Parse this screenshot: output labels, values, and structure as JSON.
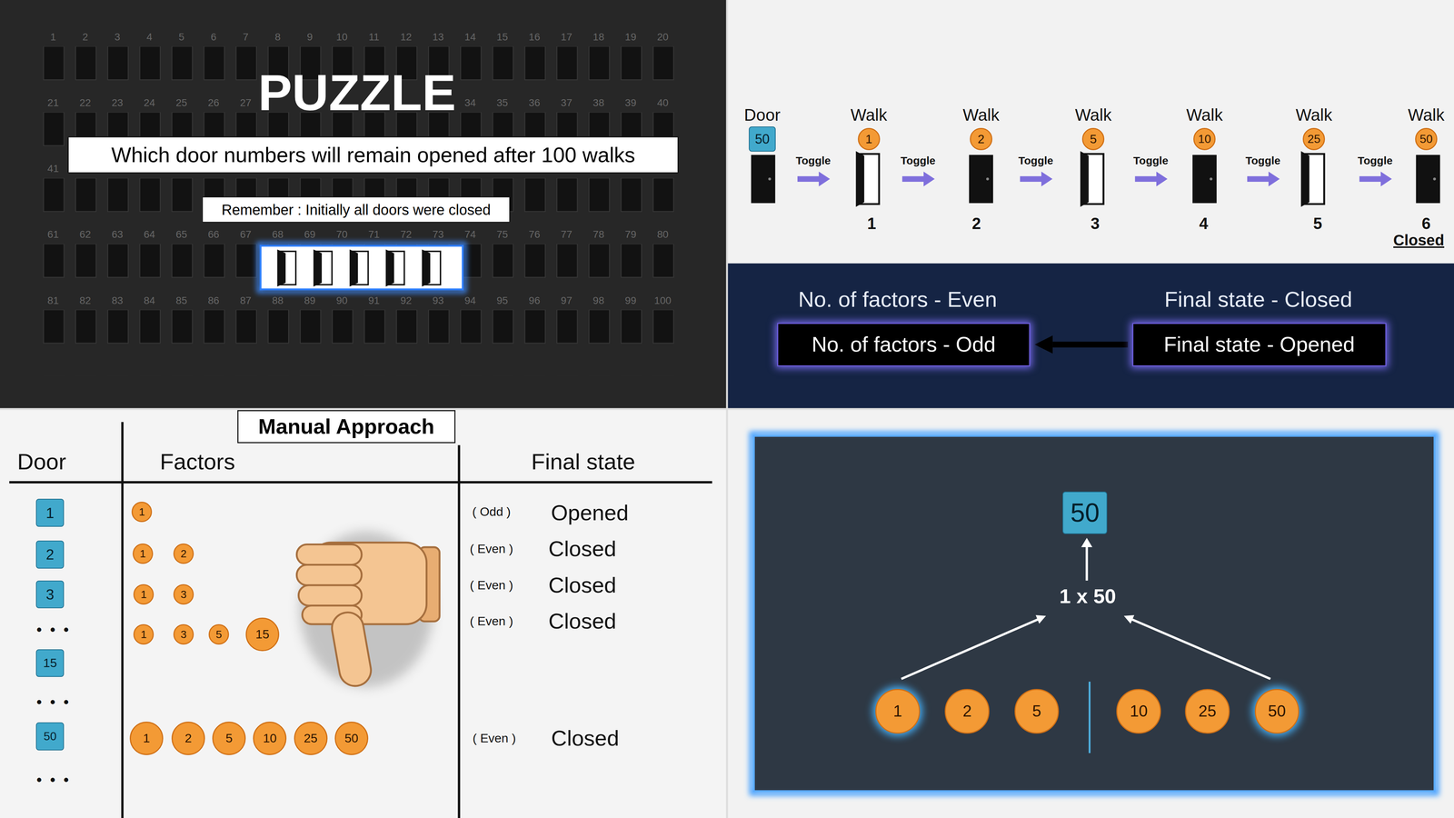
{
  "diagram": {
    "title": "PUZZLE",
    "nodes": [
      {
        "text": [
          "Which door numbers will remain opened after 100 walks"
        ]
      },
      {
        "text": [
          "Remember : Initially all doors were closed"
        ]
      },
      {
        "text": [
          "50"
        ]
      },
      {
        "text": [
          "1"
        ]
      },
      {
        "text": [
          "2"
        ]
      },
      {
        "text": [
          "5"
        ]
      },
      {
        "text": [
          "10"
        ]
      },
      {
        "text": [
          "25"
        ]
      },
      {
        "text": [
          "50"
        ]
      },
      {
        "text": [
          "No. of factors - Odd"
        ]
      },
      {
        "text": [
          "Final state - Opened"
        ]
      },
      {
        "text": [
          "Manual Approach"
        ]
      },
      {
        "text": [
          "1"
        ]
      },
      {
        "text": [
          "1"
        ]
      },
      {
        "text": [
          "2"
        ]
      },
      {
        "text": [
          "1"
        ]
      },
      {
        "text": [
          "2"
        ]
      },
      {
        "text": [
          "3"
        ]
      },
      {
        "text": [
          "1"
        ]
      },
      {
        "text": [
          "3"
        ]
      },
      {
        "text": [
          "15"
        ]
      },
      {
        "text": [
          "1"
        ]
      },
      {
        "text": [
          "3"
        ]
      },
      {
        "text": [
          "5"
        ]
      },
      {
        "text": [
          "15"
        ]
      },
      {
        "text": [
          "50"
        ]
      },
      {
        "text": [
          "1"
        ]
      },
      {
        "text": [
          "2"
        ]
      },
      {
        "text": [
          "5"
        ]
      },
      {
        "text": [
          "10"
        ]
      },
      {
        "text": [
          "25"
        ]
      },
      {
        "text": [
          "50"
        ]
      },
      {
        "text": [
          "50"
        ]
      },
      {
        "text": [
          "1"
        ]
      },
      {
        "text": [
          "2"
        ]
      },
      {
        "text": [
          "5"
        ]
      },
      {
        "text": [
          "10"
        ]
      },
      {
        "text": [
          "25"
        ]
      },
      {
        "text": [
          "50"
        ]
      }
    ],
    "edges": [
      {
        "from": 10,
        "to": 9,
        "arrow": "to"
      }
    ],
    "labels": [
      "1",
      "2",
      "3",
      "4",
      "5",
      "6",
      "7",
      "8",
      "9",
      "10",
      "11",
      "12",
      "13",
      "14",
      "15",
      "16",
      "17",
      "18",
      "19",
      "20",
      "21",
      "22",
      "23",
      "24",
      "25",
      "26",
      "27",
      "34",
      "35",
      "36",
      "37",
      "38",
      "39",
      "40",
      "41",
      "61",
      "62",
      "63",
      "64",
      "65",
      "66",
      "67",
      "68",
      "69",
      "70",
      "71",
      "72",
      "73",
      "74",
      "75",
      "76",
      "77",
      "78",
      "79",
      "80",
      "81",
      "82",
      "83",
      "84",
      "85",
      "86",
      "87",
      "88",
      "89",
      "90",
      "91",
      "92",
      "93",
      "94",
      "95",
      "96",
      "97",
      "98",
      "99",
      "100",
      "Door",
      "Walk",
      "Walk",
      "Walk",
      "Walk",
      "Walk",
      "Walk",
      "Toggle",
      "Toggle",
      "Toggle",
      "Toggle",
      "Toggle",
      "Toggle",
      "1",
      "2",
      "3",
      "4",
      "5",
      "6",
      "Closed",
      "No. of factors - Even",
      "Final state - Closed",
      "Door",
      "Factors",
      "Final state",
      "• • •",
      "• • •",
      "• • •",
      "( Odd )",
      "Opened",
      "( Even )",
      "Closed",
      "( Even )",
      "Closed",
      "( Even )",
      "Closed",
      "( Even )",
      "Closed",
      "1 x 50"
    ]
  }
}
